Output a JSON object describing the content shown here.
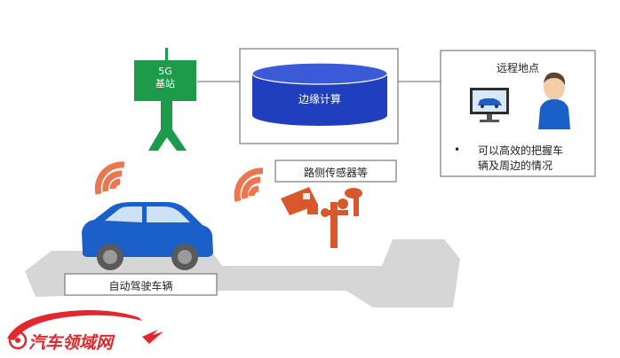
{
  "tower": {
    "line1": "5G",
    "line2": "基站"
  },
  "edge": {
    "label": "边缘计算"
  },
  "remote": {
    "title": "远程地点",
    "bullet": "•",
    "line1": "可以高效的把握车",
    "line2": "辆及周边的情况"
  },
  "sensors": {
    "label": "路侧传感器等"
  },
  "vehicle": {
    "label": "自动驾驶车辆"
  },
  "watermark": {
    "text": "汽车领域网"
  },
  "colors": {
    "tower_green": "#1e9a4b",
    "edge_blue": "#1f3fbf",
    "car_blue": "#1b60c9",
    "signal_orange": "#e9774f",
    "road_gray": "#d6d6d6",
    "sensor_orange": "#d9572c",
    "watermark_red": "#e0282e"
  }
}
